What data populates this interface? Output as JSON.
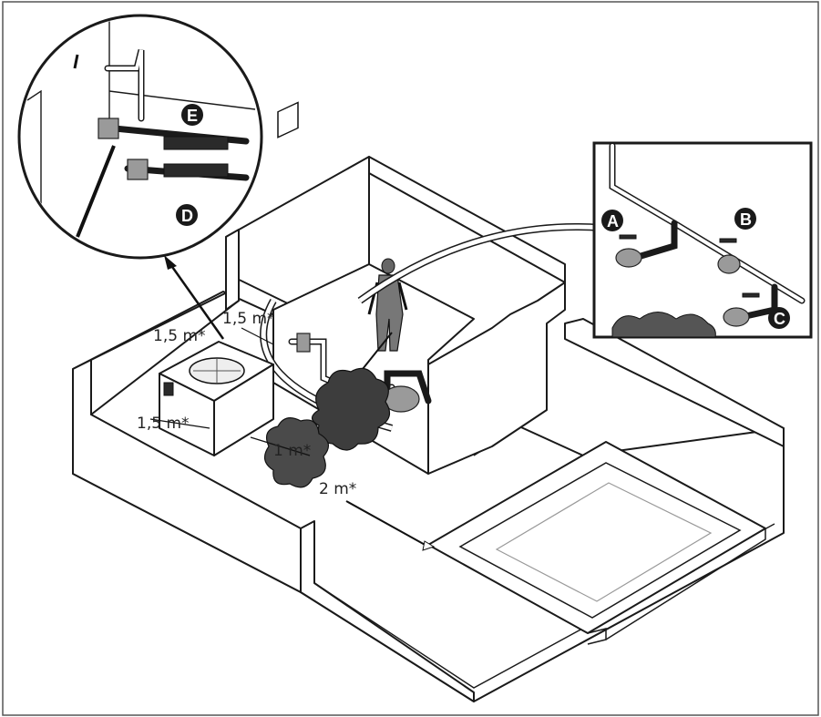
{
  "labels": {
    "dist_top_left": "1,5 m*",
    "dist_top_right": "1,5 m*",
    "dist_side": "1,5 m*",
    "dist_bush_near": "1 m*",
    "dist_bush_far": "2 m*"
  },
  "badges": {
    "a": "A",
    "b": "B",
    "c": "C",
    "d": "D",
    "e": "E"
  },
  "colors": {
    "line": "#1a1a1a",
    "badge": "#1a1a1a",
    "pool_edge": "#e6e6e6"
  }
}
